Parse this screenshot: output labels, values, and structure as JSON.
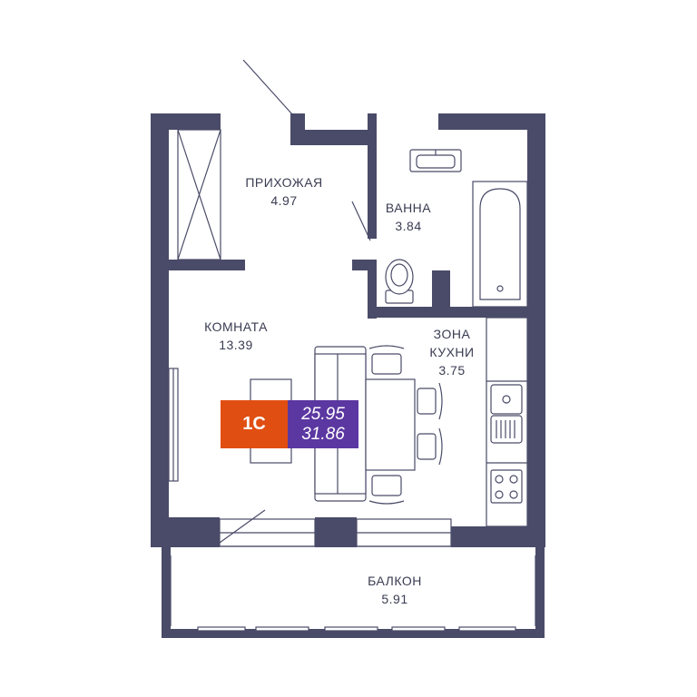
{
  "colors": {
    "wall": "#4a4b68",
    "line": "#4a4b68",
    "type_badge": "#e04e12",
    "area_badge": "#5b37a1"
  },
  "rooms": [
    {
      "id": "hallway",
      "name": "ПРИХОЖАЯ",
      "area": "4.97"
    },
    {
      "id": "bath",
      "name": "ВАННА",
      "area": "3.84"
    },
    {
      "id": "room",
      "name": "КОМНАТА",
      "area": "13.39"
    },
    {
      "id": "kitchen",
      "name": "ЗОНА\nКУХНИ",
      "name_line1": "ЗОНА",
      "name_line2": "КУХНИ",
      "area": "3.75"
    },
    {
      "id": "balcony",
      "name": "БАЛКОН",
      "area": "5.91"
    }
  ],
  "badge": {
    "type_label": "1С",
    "living_area": "25.95",
    "total_area": "31.86"
  },
  "icons": [
    "door-swing-icon",
    "sink-icon",
    "bathtub-icon",
    "toilet-icon",
    "sofa-icon",
    "chair-icon",
    "table-icon",
    "stove-icon",
    "kitchen-sink-icon",
    "window-icon",
    "wardrobe-icon"
  ]
}
